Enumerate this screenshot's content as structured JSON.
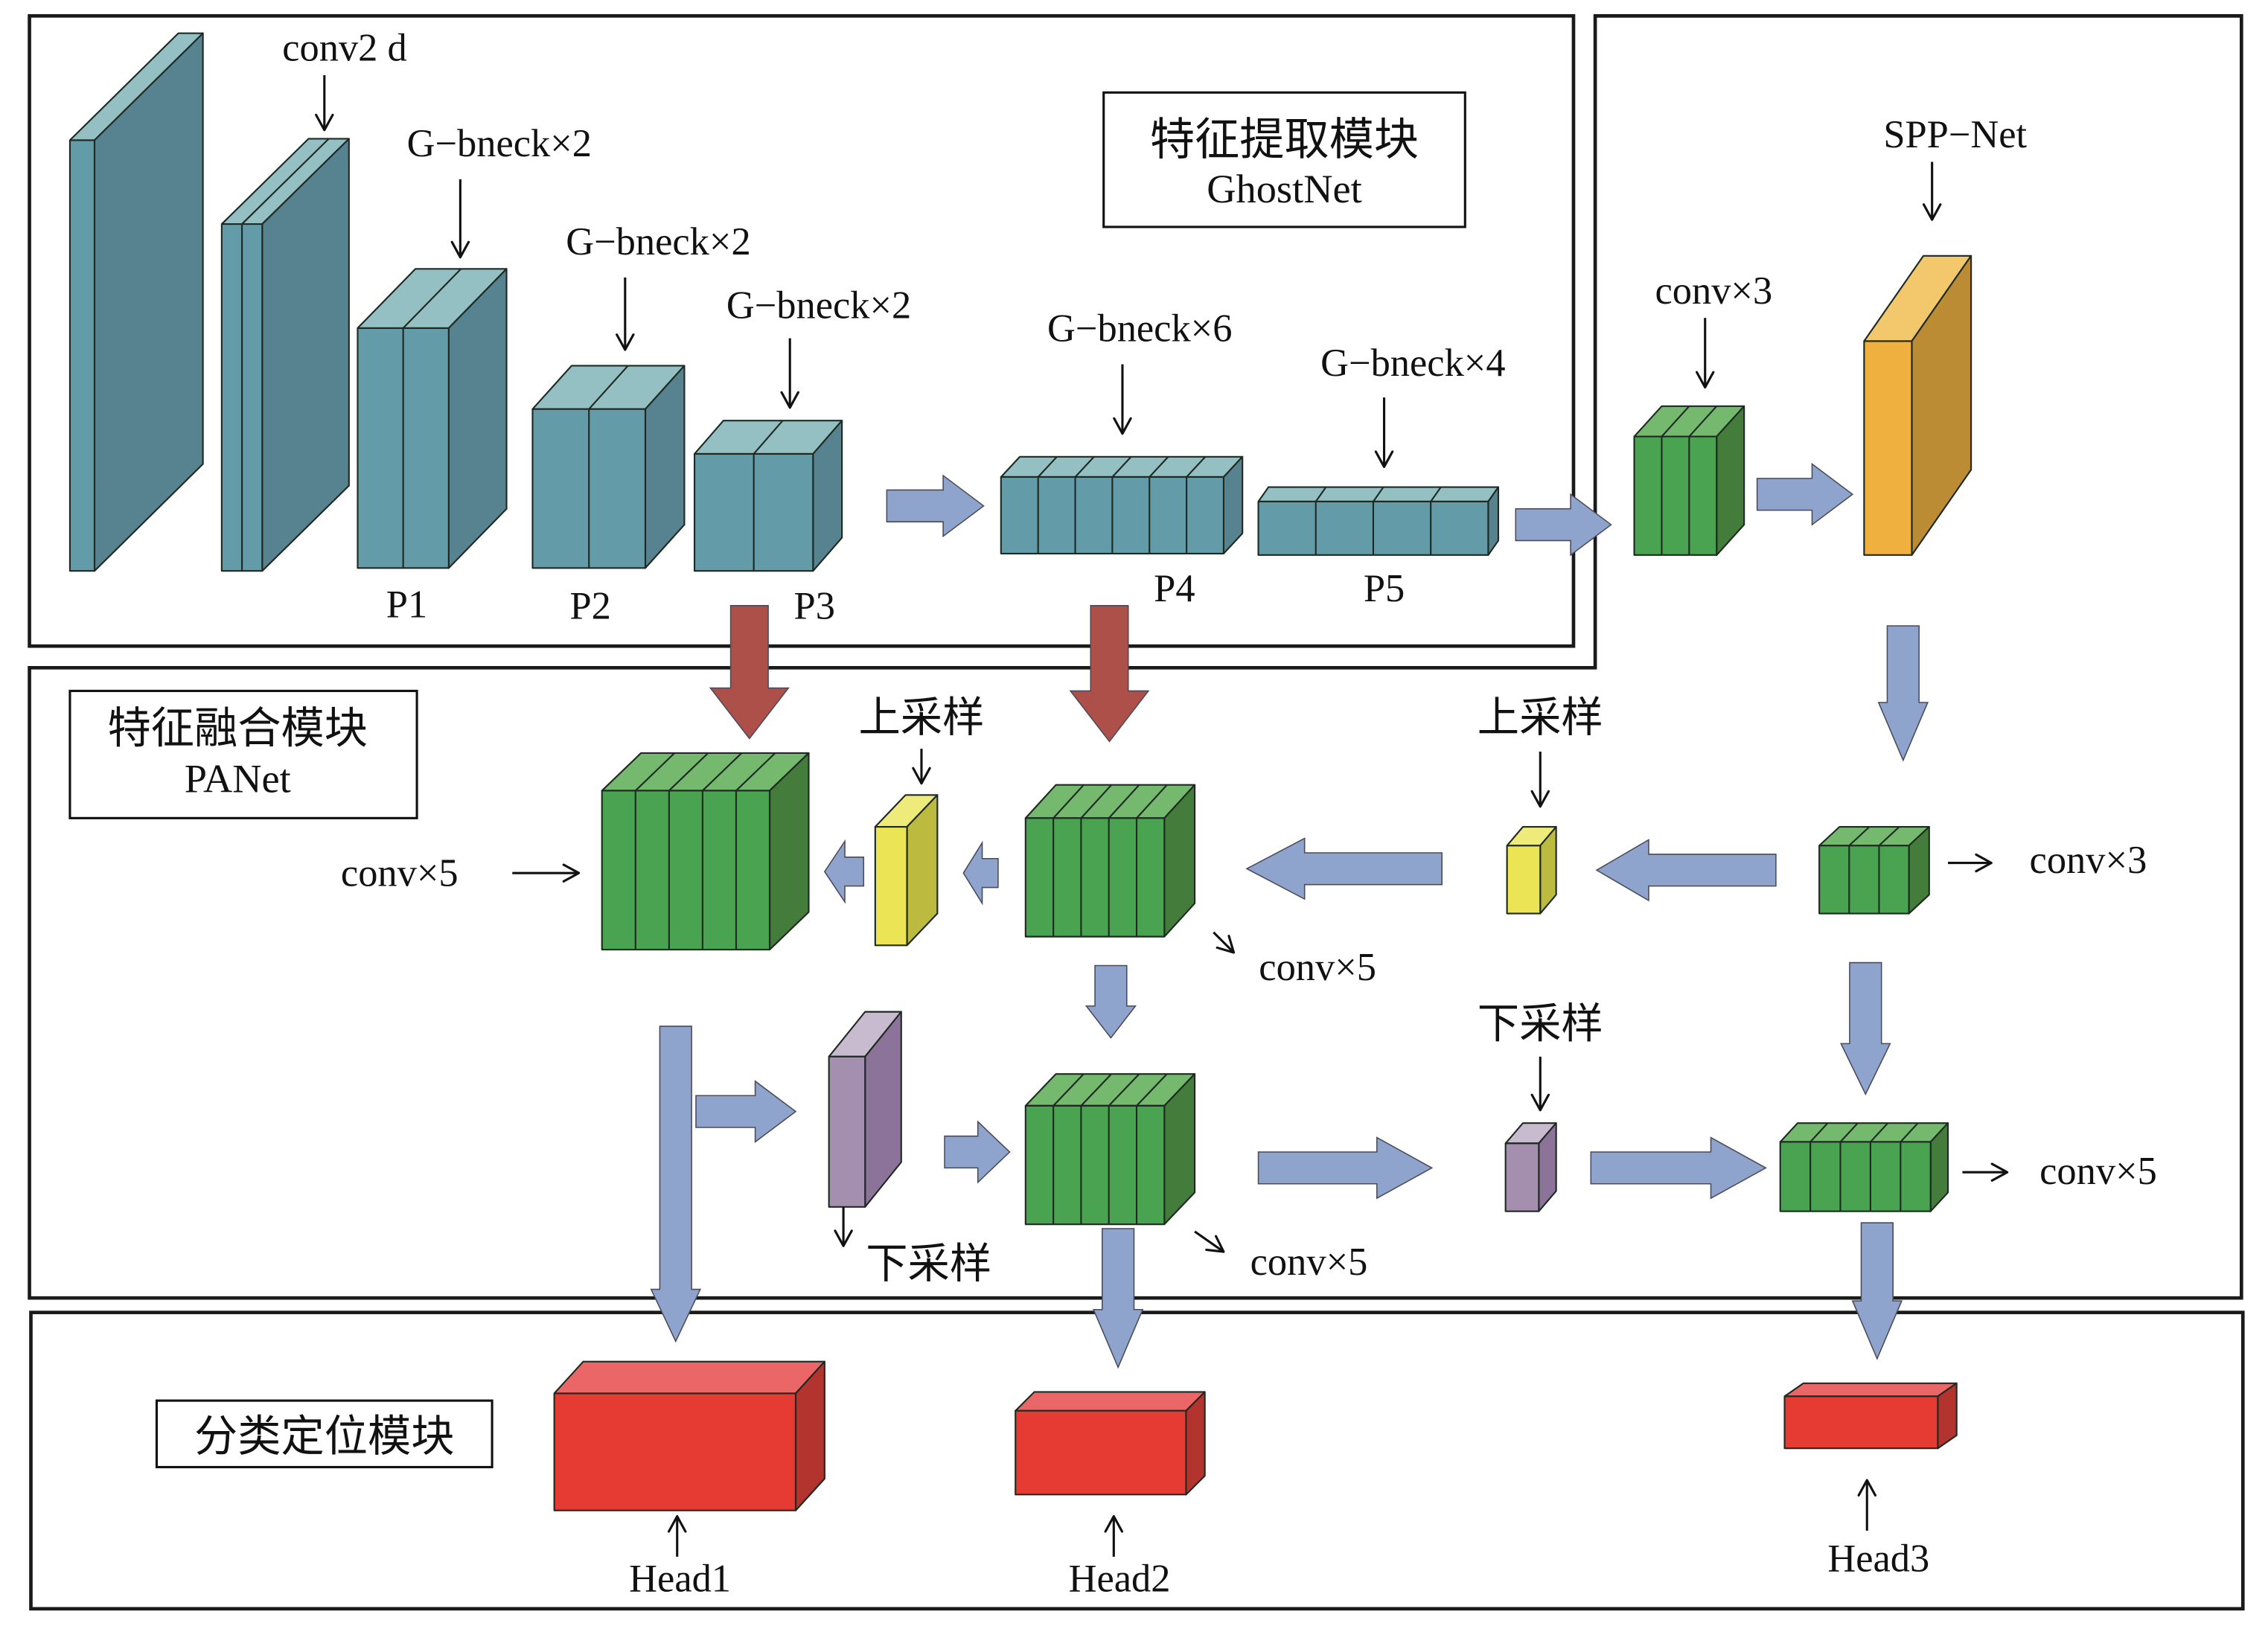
{
  "figure": {
    "title": "GhostNet + SPP-Net + PANet detection architecture"
  },
  "colors": {
    "teal": {
      "front": "#639CA8",
      "top": "#94C0C4",
      "side": "#578290"
    },
    "green": {
      "front": "#4AA350",
      "top": "#74B96E",
      "side": "#437C3B"
    },
    "yellow": {
      "front": "#EBE555",
      "top": "#EEEB7A",
      "side": "#BDBB3F"
    },
    "purple": {
      "front": "#A58FAE",
      "top": "#C8BBD0",
      "side": "#8C7399"
    },
    "orange": {
      "front": "#F0B040",
      "top": "#F3C76C",
      "side": "#BB8C33"
    },
    "red": {
      "front": "#E53B33",
      "top": "#EB6666",
      "side": "#B3332E"
    },
    "flow_arrow": "#8FA4CC",
    "feature_arrow": "#AD504A",
    "frame": "#1a1a1a"
  },
  "modules": {
    "extraction": {
      "title_cn": "特征提取模块",
      "title_en": "GhostNet"
    },
    "fusion": {
      "title_cn": "特征融合模块",
      "title_en": "PANet"
    },
    "head": {
      "title_cn": "分类定位模块"
    }
  },
  "backbone": {
    "labels": {
      "conv2d": "conv2 d",
      "gb1": "G−bneck×2",
      "gb2": "G−bneck×2",
      "gb3": "G−bneck×2",
      "gb4": "G−bneck×6",
      "gb5": "G−bneck×4"
    },
    "stages": [
      "P1",
      "P2",
      "P3",
      "P4",
      "P5"
    ]
  },
  "spp": {
    "conv_label": "conv×3",
    "spp_label": "SPP−Net"
  },
  "fusion_labels": {
    "conv5_left": "conv×5",
    "upsample_1": "上采样",
    "upsample_2": "上采样",
    "conv5_mid": "conv×5",
    "conv3_right": "conv×3",
    "downsample_1": "下采样",
    "downsample_2": "下采样",
    "conv5_bottom_mid": "conv×5",
    "conv5_bottom_right": "conv×5"
  },
  "heads": [
    "Head1",
    "Head2",
    "Head3"
  ]
}
